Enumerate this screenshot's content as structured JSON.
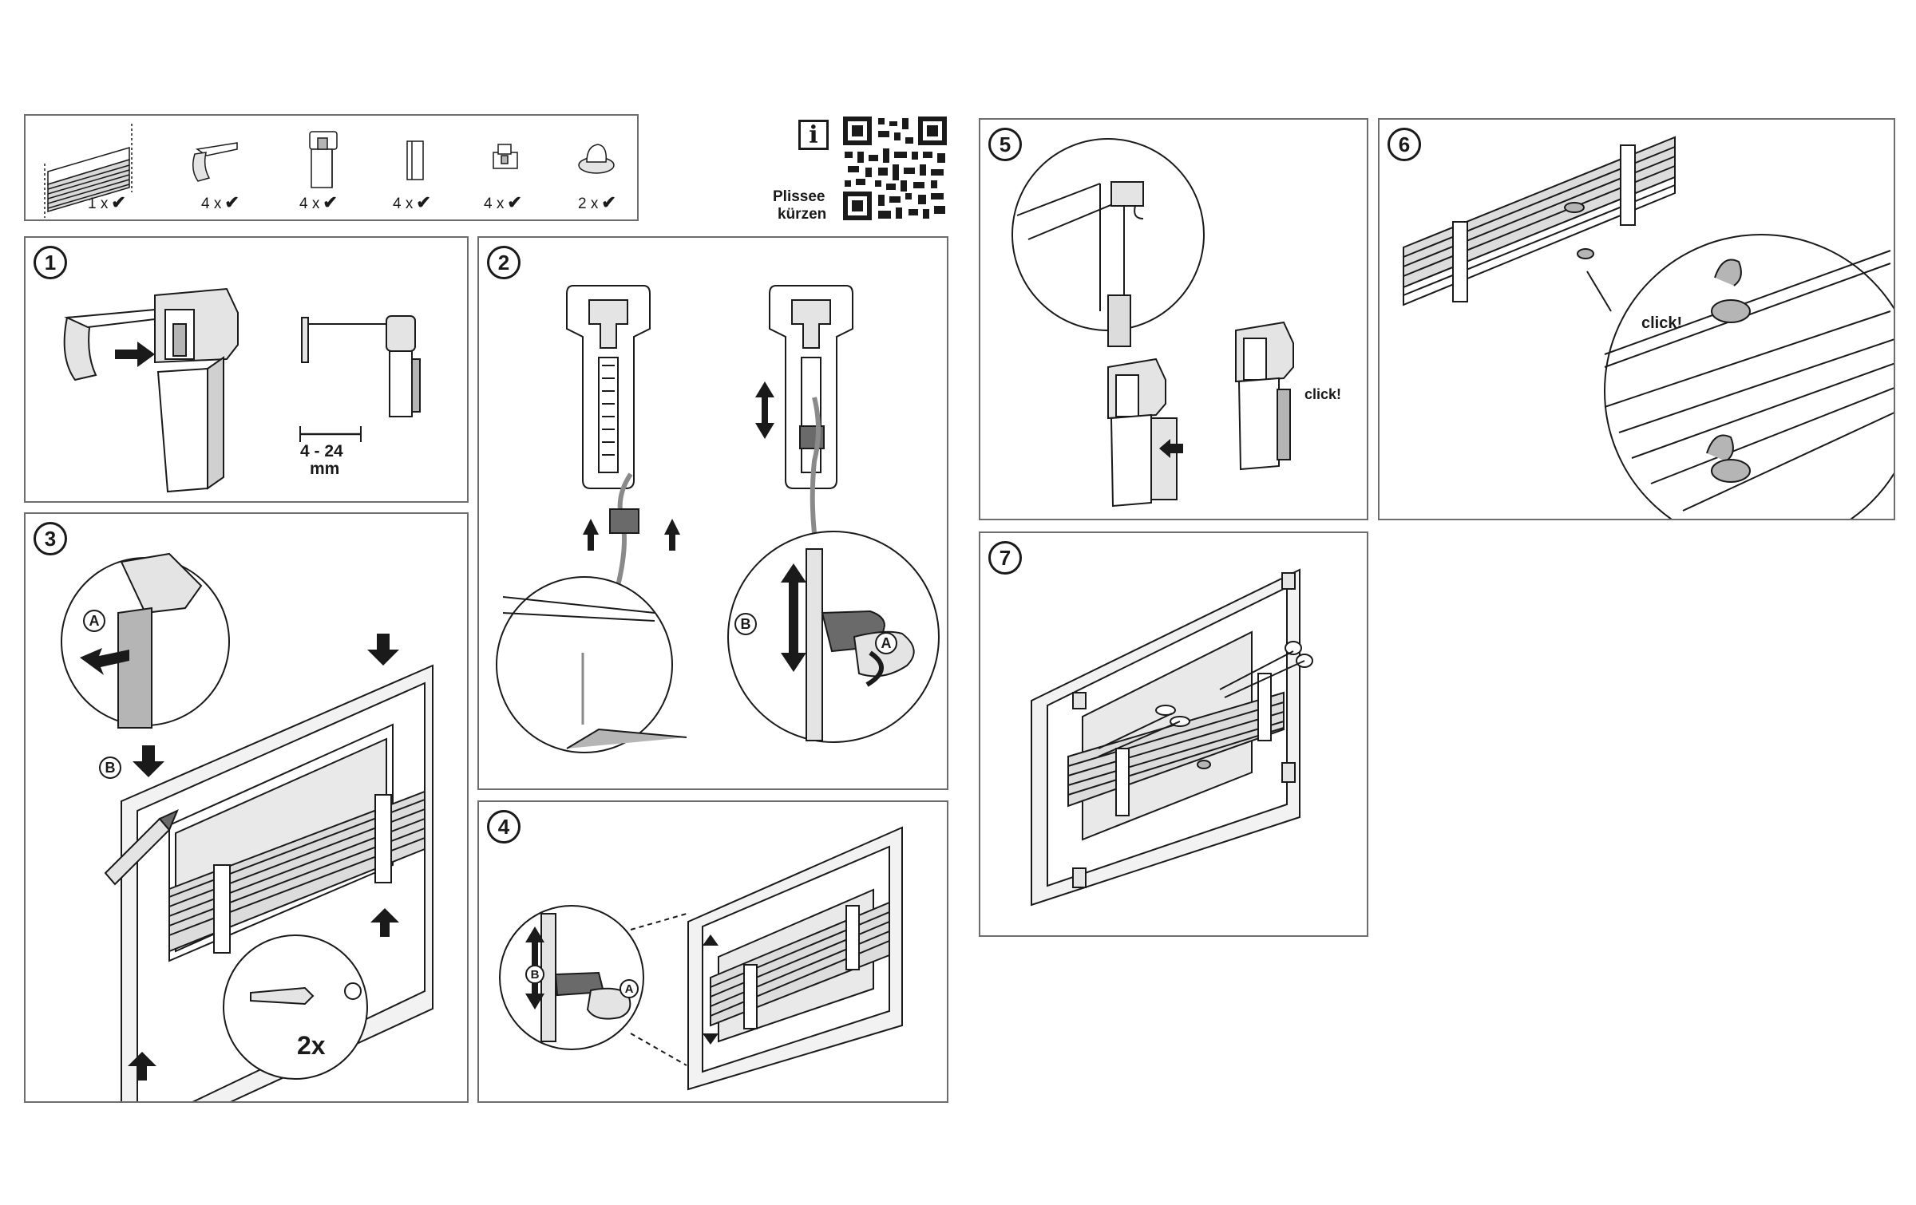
{
  "parts_list": [
    {
      "qty": "1 x",
      "icon": "pleated-blind-icon"
    },
    {
      "qty": "4 x",
      "icon": "end-cap-icon"
    },
    {
      "qty": "4 x",
      "icon": "clamp-bracket-icon"
    },
    {
      "qty": "4 x",
      "icon": "bracket-cover-icon"
    },
    {
      "qty": "4 x",
      "icon": "cord-holder-icon"
    },
    {
      "qty": "2 x",
      "icon": "handle-icon"
    }
  ],
  "check_mark": "✔",
  "info": {
    "icon_glyph": "i",
    "qr_label_line1": "Plissee",
    "qr_label_line2": "kürzen"
  },
  "steps": [
    {
      "number": "1",
      "dimension_line1": "4 - 24",
      "dimension_line2": "mm"
    },
    {
      "number": "2",
      "label_a": "A",
      "label_b": "B"
    },
    {
      "number": "3",
      "label_a": "A",
      "label_b": "B",
      "repeat": "2x"
    },
    {
      "number": "4",
      "label_a": "A",
      "label_b": "B"
    },
    {
      "number": "5",
      "click": "click!"
    },
    {
      "number": "6",
      "click": "click!"
    },
    {
      "number": "7"
    }
  ],
  "colors": {
    "line": "#1a1a1a",
    "border": "#6d6d6d",
    "fill_light": "#e4e4e4",
    "fill_mid": "#b5b5b5",
    "fill_dark": "#6a6a6a"
  }
}
